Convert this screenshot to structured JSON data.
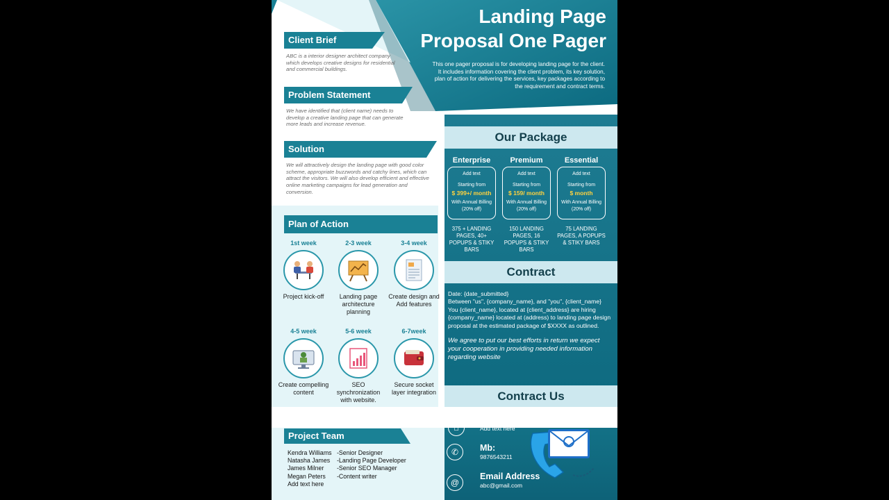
{
  "header": {
    "title_line1": "Landing Page",
    "title_line2": "Proposal One Pager",
    "description": "This one pager proposal is for developing landing page for the client. It includes information covering the client problem, its key solution, plan of action for delivering the services, key packages according to the requirement and contract terms."
  },
  "client_brief": {
    "title": "Client Brief",
    "body": "ABC is a interior designer architect company which develops creative designs for residential and commercial buildings."
  },
  "problem": {
    "title": "Problem Statement",
    "body": "We have identified that (client name) needs to develop a creative landing page that can generate more leads and increase revenue."
  },
  "solution": {
    "title": "Solution",
    "body": "We will attractively design the landing page with good color scheme, appropriate buzzwords and catchy lines, which can attract the visitors. We will also develop efficient and effective online marketing campaigns for lead generation and conversion."
  },
  "plan": {
    "title": "Plan of Action",
    "steps": [
      {
        "week": "1st week",
        "label": "Project kick-off",
        "icon": "meeting-icon"
      },
      {
        "week": "2-3 week",
        "label": "Landing page architecture planning",
        "icon": "presentation-board-icon"
      },
      {
        "week": "3-4 week",
        "label": "Create design and Add features",
        "icon": "document-design-icon"
      },
      {
        "week": "4-5 week",
        "label": "Create compelling content",
        "icon": "monitor-content-icon"
      },
      {
        "week": "5-6 week",
        "label": "SEO synchronization with website.",
        "icon": "growth-chart-icon"
      },
      {
        "week": "6-7week",
        "label": "Secure socket layer integration",
        "icon": "wallet-icon"
      }
    ]
  },
  "package": {
    "title": "Our Package",
    "tiers": [
      {
        "name": "Enterprise",
        "add_text": "Add text",
        "starting": "Starting from",
        "price": "$ 399+/ month",
        "billing": "With Annual Billing (20% off)",
        "features": "375 + LANDING PAGES, 40+ POPUPS & STIKY BARS"
      },
      {
        "name": "Premium",
        "add_text": "Add text",
        "starting": "Starting from",
        "price": "$ 159/ month",
        "billing": "With Annual Billing (20% off)",
        "features": "150 LANDING PAGES, 16 POPUPS & STIKY BARS"
      },
      {
        "name": "Essential",
        "add_text": "Add text",
        "starting": "Starting from",
        "price": "$ month",
        "billing": "With Annual Billing (20% off)",
        "features": "75 LANDING PAGES, A POPUPS & STIKY BARS"
      }
    ]
  },
  "contract": {
    "title": "Contract",
    "date": "Date: {date_submitted}",
    "between": "Between \"us\", {company_name}, and \"you\", {client_name}",
    "body": "You {client_name}, located at {client_address} are hiring {company_name} located at (address) to landing page design proposal at the estimated package of $XXXX as outlined.",
    "agree": "We agree to put our best efforts in return we expect your cooperation in providing needed information regarding  website"
  },
  "contact": {
    "title": "Contract Us",
    "top_text": "Add text here",
    "mobile_label": "Mb:",
    "mobile_value": "9876543211",
    "email_label": "Email Address",
    "email_value": "abc@gmail.com"
  },
  "team": {
    "title": "Project Team",
    "members": [
      {
        "name": "Kendra Williams",
        "role": "-Senior Designer"
      },
      {
        "name": "Natasha James",
        "role": "-Landing Page Developer"
      },
      {
        "name": "James Milner",
        "role": "-Senior SEO Manager"
      },
      {
        "name": "Megan Peters",
        "role": "-Content writer"
      },
      {
        "name": "Add text here",
        "role": ""
      }
    ]
  },
  "colors": {
    "teal_dark": "#0e6a80",
    "teal": "#1a8195",
    "accent_yellow": "#ffd23f",
    "light_band": "#cde8ef"
  }
}
